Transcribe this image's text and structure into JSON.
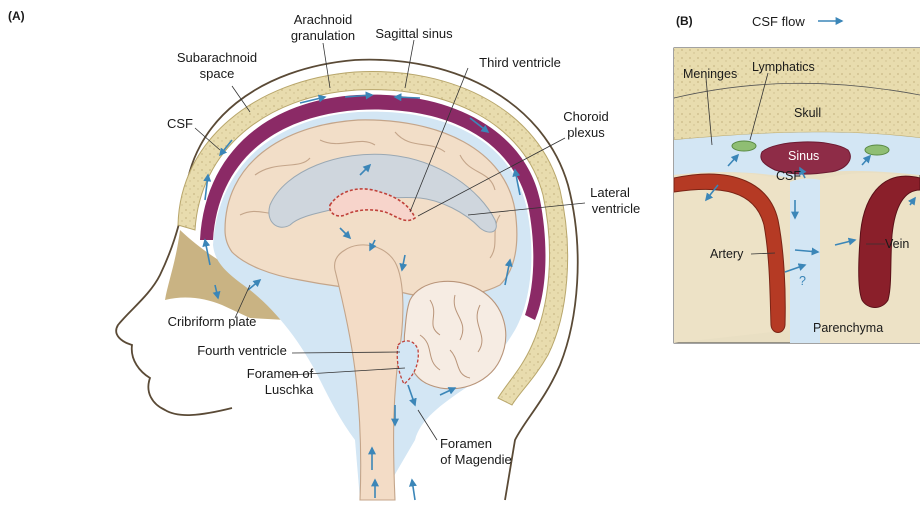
{
  "panelA": {
    "tag": "(A)",
    "labels": {
      "arachnoid1": "Arachnoid",
      "arachnoid2": "granulation",
      "sagittal": "Sagittal sinus",
      "subarachnoid1": "Subarachnoid",
      "subarachnoid2": "space",
      "third": "Third ventricle",
      "csf": "CSF",
      "choroid1": "Choroid",
      "choroid2": "plexus",
      "lateral1": "Lateral",
      "lateral2": "ventricle",
      "cribriform": "Cribriform plate",
      "fourth": "Fourth ventricle",
      "luschka1": "Foramen of",
      "luschka2": "Luschka",
      "magendie1": "Foramen",
      "magendie2": "of Magendie"
    }
  },
  "panelB": {
    "tag": "(B)",
    "legend": "CSF flow",
    "labels": {
      "meninges": "Meninges",
      "lymphatics": "Lymphatics",
      "skull": "Skull",
      "sinus": "Sinus",
      "csf": "CSF",
      "artery": "Artery",
      "question": "?",
      "vein": "Vein",
      "parenchyma": "Parenchyma"
    }
  },
  "colors": {
    "csf": "#cfe3f3",
    "bone": "#e6d9a9",
    "sinus": "#7a1f4b",
    "brain": "#f3dcc6",
    "flow_arrow": "#3b86b8",
    "artery": "#b53a24"
  }
}
